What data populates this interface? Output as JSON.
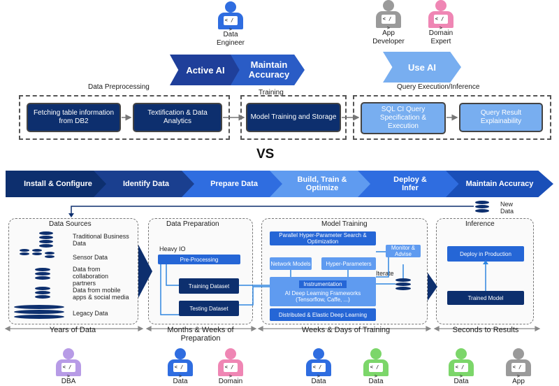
{
  "top": {
    "personas": {
      "data_engineer": "Data\nEngineer",
      "app_developer": "App\nDeveloper",
      "domain_expert": "Domain\nExpert"
    },
    "chevrons": [
      "Active AI",
      "Maintain Accuracy",
      "Use AI"
    ],
    "section_labels": {
      "preprocessing": "Data Preprocessing",
      "training": "Training",
      "query": "Query Execution/Inference"
    },
    "boxes": [
      "Fetching table information from DB2",
      "Textification & Data Analytics",
      "Model Training and Storage",
      "SQL CI Query Specification & Execution",
      "Query Result Explainability"
    ],
    "icon_glyph": "< / >"
  },
  "vs_label": "VS",
  "bottom": {
    "chevrons": [
      "Install & Configure",
      "Identify Data",
      "Prepare Data",
      "Build, Train & Optimize",
      "Deploy & Infer",
      "Maintain Accuracy"
    ],
    "new_data": "New\nData",
    "data_sources": {
      "title": "Data Sources",
      "items": [
        "Traditional Business Data",
        "Sensor Data",
        "Data from collaboration partners",
        "Data from mobile apps & social media",
        "Legacy Data"
      ]
    },
    "data_prep": {
      "title": "Data Preparation",
      "heavy_io": "Heavy IO",
      "pre_processing": "Pre-Processing",
      "training_dataset": "Training Dataset",
      "testing_dataset": "Testing Dataset"
    },
    "model_training": {
      "title": "Model Training",
      "parallel": "Parallel Hyper-Parameter Search & Optimization",
      "monitor": "Monitor & Advise",
      "network_models": "Network Models",
      "hyper_parameters": "Hyper-Parameters",
      "iterate": "Iterate",
      "instrumentation": "Instrumentation",
      "frameworks": "AI Deep Learning Frameworks (Tensorflow, Caffe, ...)",
      "distributed": "Distributed & Elastic Deep Learning"
    },
    "inference": {
      "title": "Inference",
      "deploy": "Deploy in Production",
      "trained_model": "Trained Model"
    },
    "timelines": [
      "Years of Data",
      "Months & Weeks of Preparation",
      "Weeks & Days of Training",
      "Seconds to Results"
    ],
    "personas": [
      "DBA",
      "Data Engineer",
      "Domain Expert",
      "Data Engineer",
      "Data Scientist",
      "Data Scientist",
      "App Developer"
    ]
  },
  "colors": {
    "navy": "#0d2f6e",
    "blue": "#2566d6",
    "light_blue": "#78aef0",
    "persona_blue": "#2f6de0",
    "persona_gray": "#9a9a9a",
    "persona_pink": "#ef86b4",
    "persona_purple": "#b79be6",
    "persona_green": "#7cd66a"
  }
}
